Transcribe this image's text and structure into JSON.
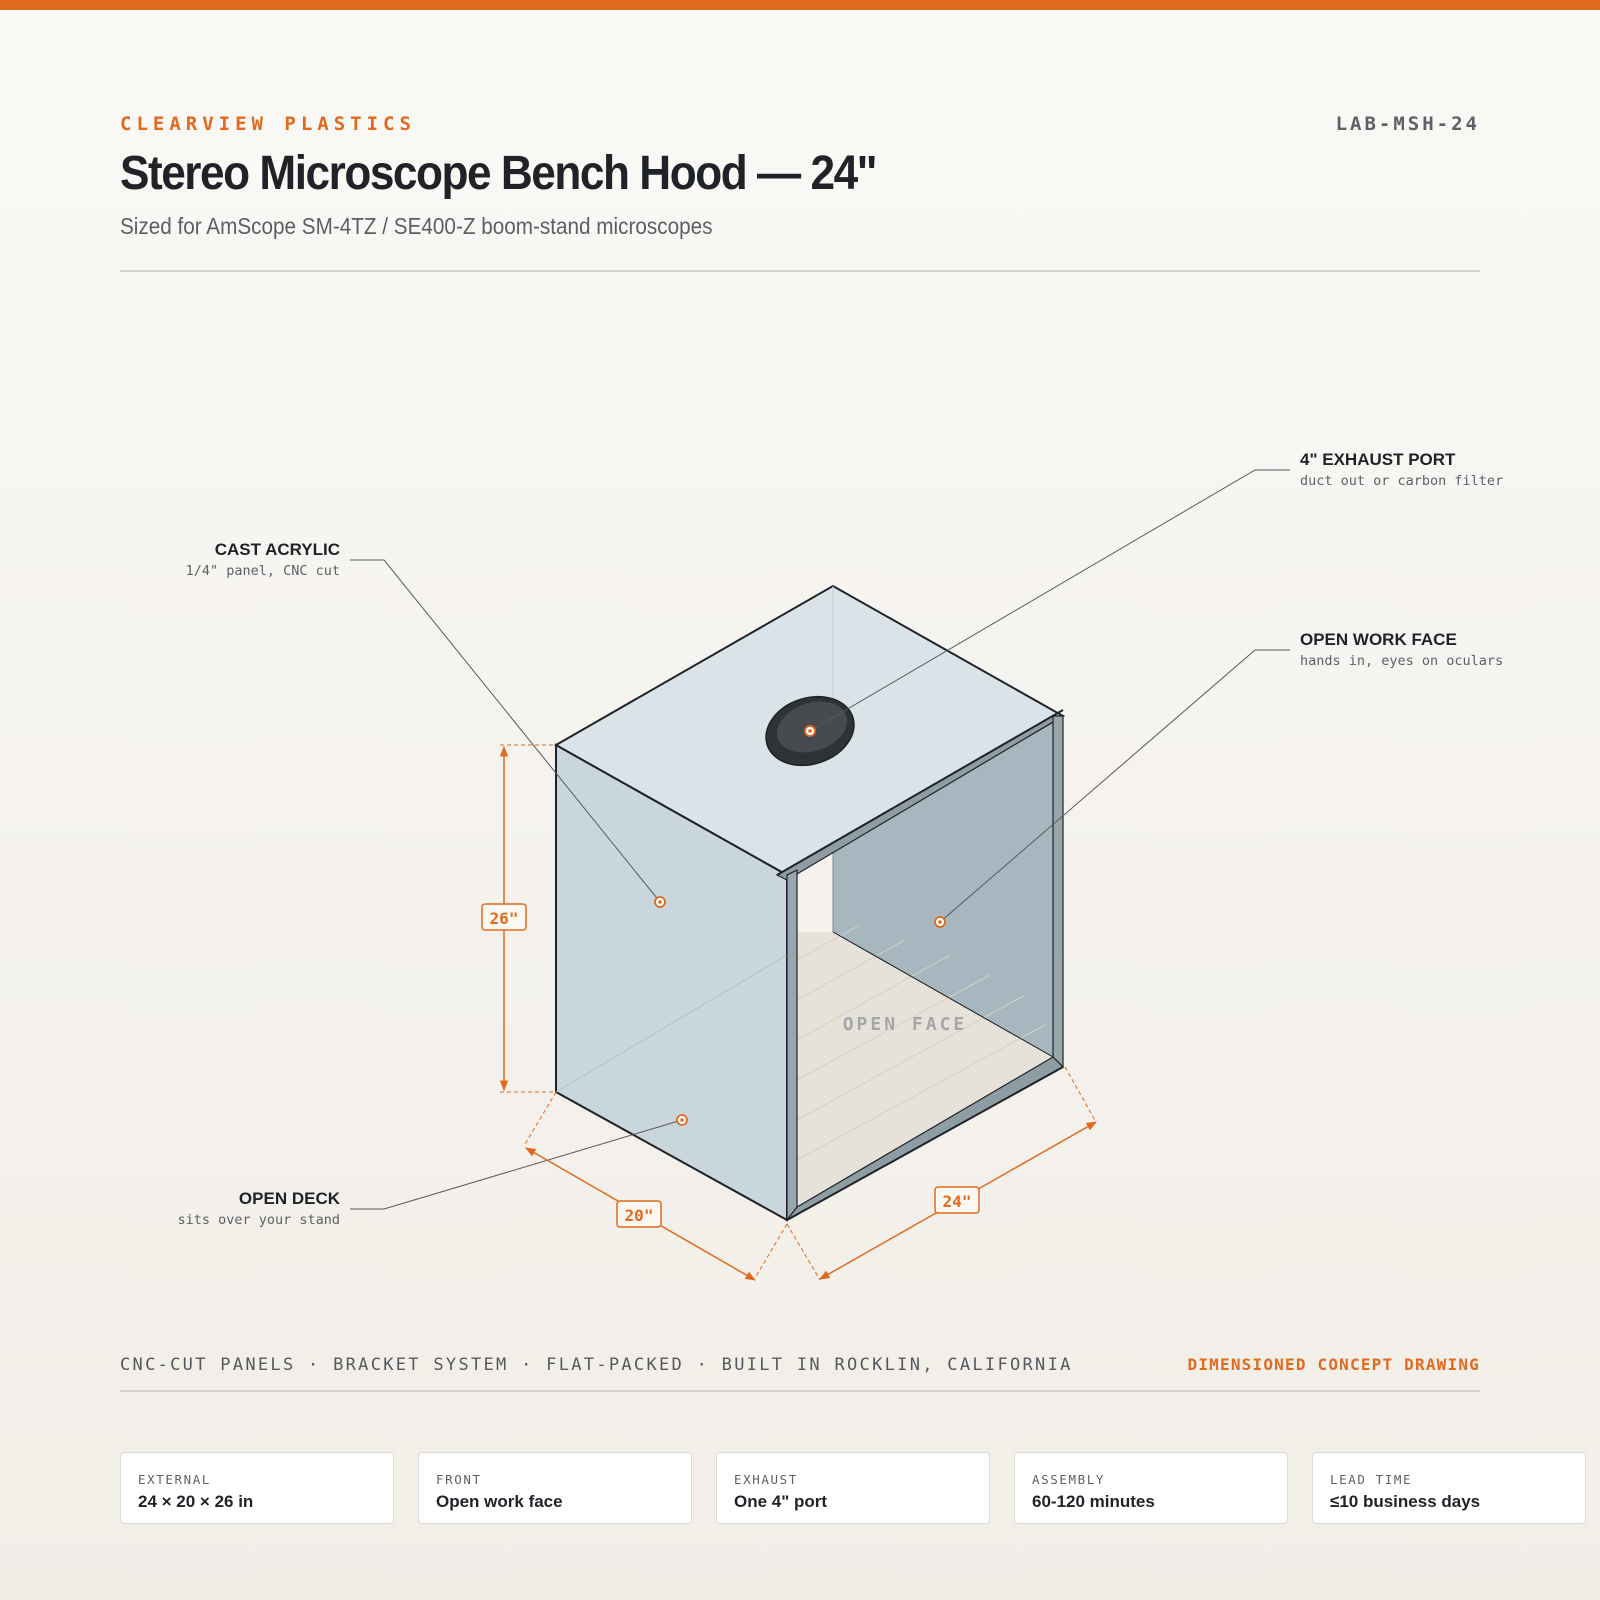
{
  "header": {
    "brand": "CLEARVIEW PLASTICS",
    "sku": "LAB-MSH-24",
    "title": "Stereo Microscope Bench Hood — 24\"",
    "subtitle": "Sized for AmScope SM-4TZ / SE400-Z boom-stand microscopes"
  },
  "drawing": {
    "face_label": "OPEN FACE",
    "dims": {
      "height": "26\"",
      "depth": "20\"",
      "width": "24\""
    },
    "callouts": {
      "acrylic": {
        "title": "CAST ACRYLIC",
        "sub": "1/4\" panel, CNC cut"
      },
      "exhaust": {
        "title": "4\" EXHAUST PORT",
        "sub": "duct out or carbon filter"
      },
      "work_face": {
        "title": "OPEN WORK FACE",
        "sub": "hands in, eyes on oculars"
      },
      "deck": {
        "title": "OPEN DECK",
        "sub": "sits over your stand"
      }
    }
  },
  "footer": {
    "features": "CNC-CUT PANELS · BRACKET SYSTEM · FLAT-PACKED · BUILT IN ROCKLIN, CALIFORNIA",
    "tag": "DIMENSIONED CONCEPT DRAWING"
  },
  "specs": [
    {
      "label": "EXTERNAL",
      "value": "24 × 20 × 26 in"
    },
    {
      "label": "FRONT",
      "value": "Open work face"
    },
    {
      "label": "EXHAUST",
      "value": "One 4\" port"
    },
    {
      "label": "ASSEMBLY",
      "value": "60-120 minutes"
    },
    {
      "label": "LEAD TIME",
      "value": "≤10 business days"
    }
  ],
  "colors": {
    "accent": "#e06a1e",
    "ink": "#1f2328",
    "muted": "#5d6166"
  }
}
